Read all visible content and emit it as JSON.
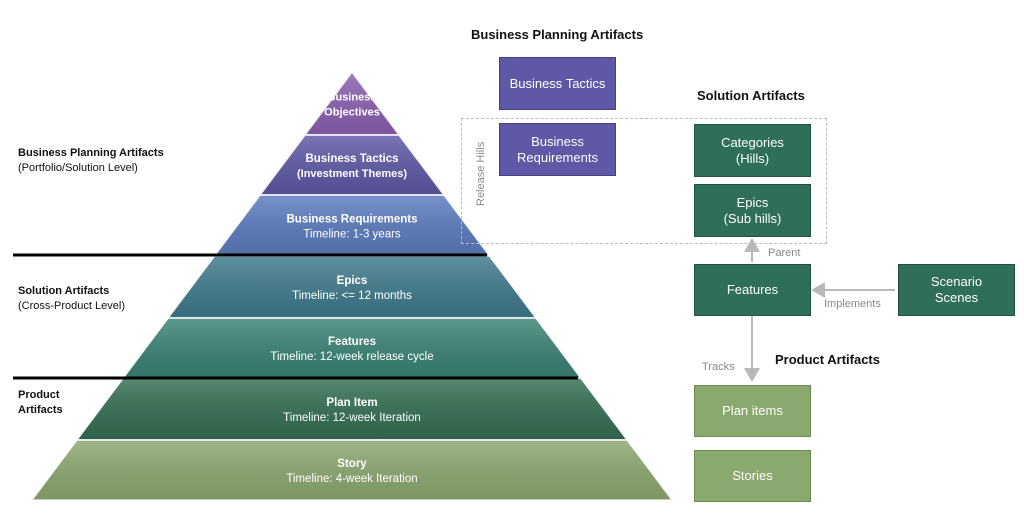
{
  "headings": {
    "top": "Business Planning Artifacts",
    "solution": "Solution Artifacts",
    "product": "Product Artifacts"
  },
  "side_labels": {
    "business": {
      "title": "Business Planning Artifacts",
      "sub": "(Portfolio/Solution Level)"
    },
    "solution": {
      "title": "Solution Artifacts",
      "sub": "(Cross-Product Level)"
    },
    "product": {
      "line1": "Product",
      "line2": "Artifacts"
    }
  },
  "pyramid": [
    {
      "title": "Business",
      "sub": "Objectives",
      "color": "#8a5fb0"
    },
    {
      "title": "Business Tactics",
      "sub": "(Investment Themes)",
      "color": "#5e58a6"
    },
    {
      "title": "Business Requirements",
      "sub": "Timeline: 1-3 years",
      "color": "#5a7bbf"
    },
    {
      "title": "Epics",
      "sub": "Timeline: <= 12 months",
      "color": "#3f7a8c"
    },
    {
      "title": "Features",
      "sub": "Timeline: 12-week release cycle",
      "color": "#3a8275"
    },
    {
      "title": "Plan Item",
      "sub": "Timeline: 12-week Iteration",
      "color": "#336e52"
    },
    {
      "title": "Story",
      "sub": "Timeline: 4-week Iteration",
      "color": "#8ba86f"
    }
  ],
  "boxes": {
    "business_tactics": "Business Tactics",
    "business_requirements": [
      "Business",
      "Requirements"
    ],
    "categories": [
      "Categories",
      "(Hills)"
    ],
    "epics": [
      "Epics",
      "(Sub hills)"
    ],
    "features": "Features",
    "scenario": [
      "Scenario",
      "Scenes"
    ],
    "plan_items": "Plan items",
    "stories": "Stories"
  },
  "release_hills_label": "Release Hills",
  "connectors": {
    "parent": "Parent",
    "implements": "Implements",
    "tracks": "Tracks"
  }
}
